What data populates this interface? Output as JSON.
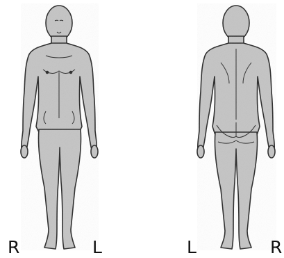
{
  "figures": {
    "front": {
      "label_right": "R",
      "label_left": "L"
    },
    "back": {
      "label_left": "L",
      "label_right": "R"
    }
  },
  "colors": {
    "body_fill": "#c4c4c4",
    "outline": "#2a2a2a",
    "background": "#ffffff",
    "label": "#111111"
  }
}
